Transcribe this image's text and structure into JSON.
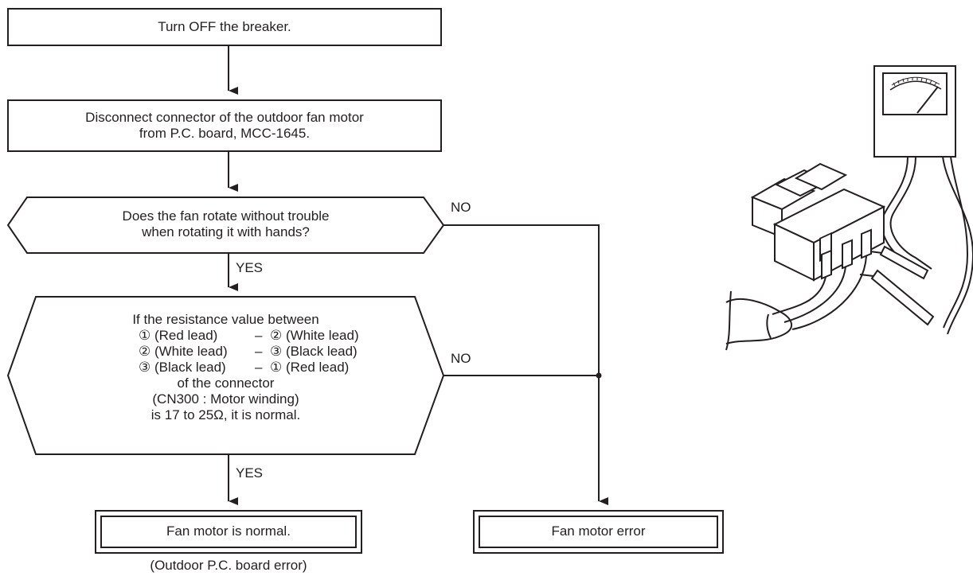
{
  "flowchart": {
    "step1": "Turn OFF the breaker.",
    "step2_line1": "Disconnect connector of the outdoor fan motor",
    "step2_line2": "from P.C. board, MCC-1645.",
    "decision1_line1": "Does the fan rotate without trouble",
    "decision1_line2": "when rotating it with hands?",
    "decision1_no": "NO",
    "decision1_yes": "YES",
    "decision2_line1": "If the resistance value between",
    "decision2_row1_left": "① (Red lead)",
    "decision2_row1_dash": "–",
    "decision2_row1_right": "② (White lead)",
    "decision2_row2_left": "② (White lead)",
    "decision2_row2_dash": "–",
    "decision2_row2_right": "③ (Black lead)",
    "decision2_row3_left": "③ (Black lead)",
    "decision2_row3_dash": "–",
    "decision2_row3_right": "① (Red lead)",
    "decision2_line5": "of the connector",
    "decision2_line6": "(CN300 : Motor winding)",
    "decision2_line7": "is 17 to 25Ω, it is normal.",
    "decision2_no": "NO",
    "decision2_yes": "YES",
    "result_normal": "Fan motor is normal.",
    "result_normal_note": "(Outdoor P.C. board error)",
    "result_error": "Fan motor error"
  },
  "illustration": {
    "meter_icon": "analog-multimeter-icon",
    "connector_icon": "three-pin-connector-icon"
  }
}
